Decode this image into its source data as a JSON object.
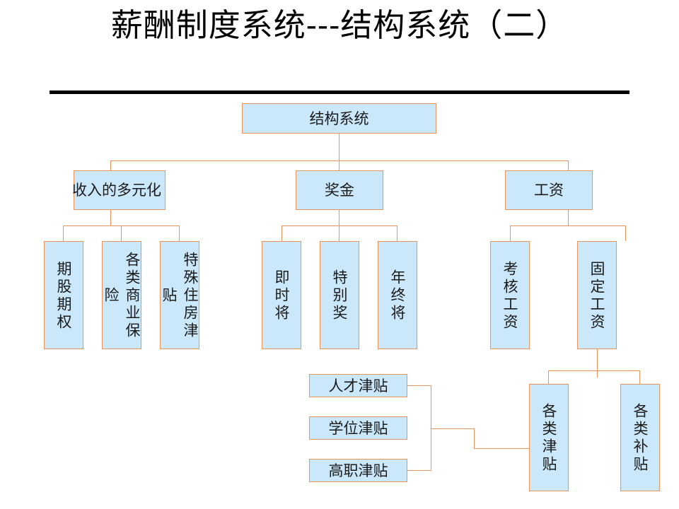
{
  "slide": {
    "title": "薪酬制度系统---结构系统（二）",
    "colors": {
      "node_fill": "#cbe8fb",
      "node_border": "#e8945a",
      "connector": "#e8945a",
      "title_rule": "#000000",
      "text": "#1a1a1a",
      "background": "#ffffff"
    }
  },
  "chart_data": {
    "type": "diagram",
    "diagram_kind": "organization-tree",
    "title": "薪酬制度系统---结构系统（二）",
    "root": "结构系统",
    "nodes": [
      {
        "id": "root",
        "label": "结构系统",
        "level": 0,
        "orientation": "horizontal"
      },
      {
        "id": "income",
        "label": "收入的多元化",
        "level": 1,
        "orientation": "horizontal"
      },
      {
        "id": "bonus",
        "label": "奖金",
        "level": 1,
        "orientation": "horizontal"
      },
      {
        "id": "salary",
        "label": "工资",
        "level": 1,
        "orientation": "horizontal"
      },
      {
        "id": "equity",
        "label": "期股期权",
        "level": 2,
        "orientation": "vertical"
      },
      {
        "id": "insurance",
        "label": "各类商业保险",
        "level": 2,
        "orientation": "vertical"
      },
      {
        "id": "housing",
        "label": "特殊住房津贴",
        "level": 2,
        "orientation": "vertical"
      },
      {
        "id": "instant",
        "label": "即时将",
        "level": 2,
        "orientation": "vertical"
      },
      {
        "id": "special",
        "label": "特别奖",
        "level": 2,
        "orientation": "vertical"
      },
      {
        "id": "yearend",
        "label": "年终将",
        "level": 2,
        "orientation": "vertical"
      },
      {
        "id": "appraisal",
        "label": "考核工资",
        "level": 2,
        "orientation": "vertical"
      },
      {
        "id": "fixed",
        "label": "固定工资",
        "level": 2,
        "orientation": "vertical"
      },
      {
        "id": "allowances",
        "label": "各类津贴",
        "level": 3,
        "orientation": "vertical"
      },
      {
        "id": "subsidies",
        "label": "各类补贴",
        "level": 3,
        "orientation": "vertical"
      },
      {
        "id": "talent",
        "label": "人才津贴",
        "level": 4,
        "orientation": "horizontal"
      },
      {
        "id": "degree",
        "label": "学位津贴",
        "level": 4,
        "orientation": "horizontal"
      },
      {
        "id": "seniorpost",
        "label": "高职津贴",
        "level": 4,
        "orientation": "horizontal"
      }
    ],
    "edges": [
      {
        "from": "root",
        "to": "income"
      },
      {
        "from": "root",
        "to": "bonus"
      },
      {
        "from": "root",
        "to": "salary"
      },
      {
        "from": "income",
        "to": "equity"
      },
      {
        "from": "income",
        "to": "insurance"
      },
      {
        "from": "income",
        "to": "housing"
      },
      {
        "from": "bonus",
        "to": "instant"
      },
      {
        "from": "bonus",
        "to": "special"
      },
      {
        "from": "bonus",
        "to": "yearend"
      },
      {
        "from": "salary",
        "to": "appraisal"
      },
      {
        "from": "salary",
        "to": "fixed"
      },
      {
        "from": "fixed",
        "to": "allowances"
      },
      {
        "from": "fixed",
        "to": "subsidies"
      },
      {
        "from": "talent",
        "to": "allowances"
      },
      {
        "from": "degree",
        "to": "allowances"
      },
      {
        "from": "seniorpost",
        "to": "allowances"
      }
    ]
  }
}
